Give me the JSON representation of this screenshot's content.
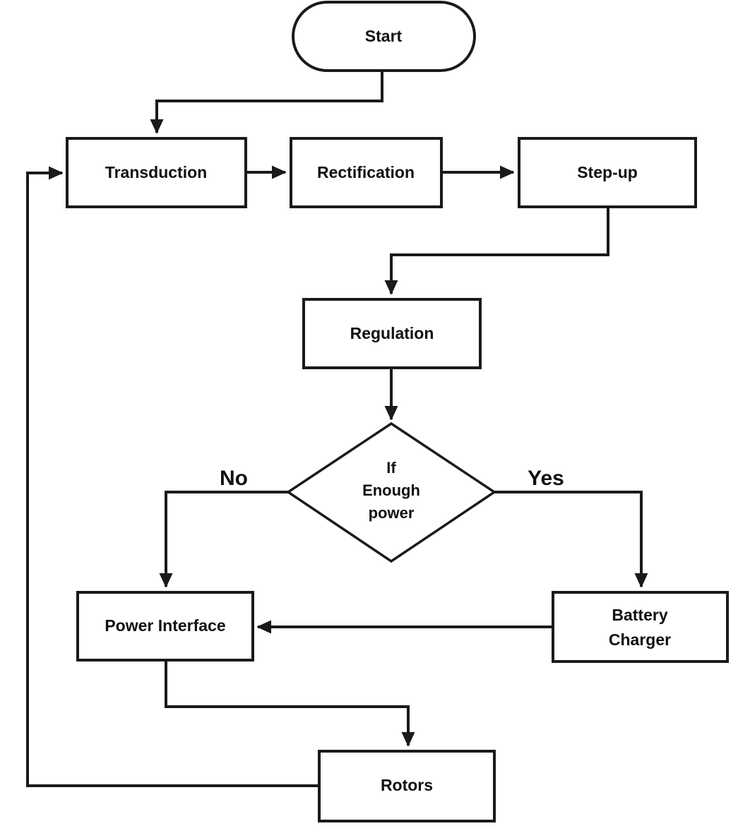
{
  "diagram": {
    "type": "flowchart",
    "orientation": "top-to-bottom",
    "background_color": "#ffffff",
    "line_color": "#1a1a1a",
    "text_color": "#111111",
    "nodes": [
      {
        "id": "start",
        "label": "Start",
        "shape": "stadium"
      },
      {
        "id": "transduction",
        "label": "Transduction",
        "shape": "rectangle"
      },
      {
        "id": "rectification",
        "label": "Rectification",
        "shape": "rectangle"
      },
      {
        "id": "stepup",
        "label": "Step-up",
        "shape": "rectangle"
      },
      {
        "id": "regulation",
        "label": "Regulation",
        "shape": "rectangle"
      },
      {
        "id": "decision",
        "label": "If Enough power",
        "shape": "diamond",
        "lines": [
          "If",
          "Enough",
          "power"
        ]
      },
      {
        "id": "power_interface",
        "label": "Power Interface",
        "shape": "rectangle"
      },
      {
        "id": "battery_charger",
        "label": "Battery Charger",
        "shape": "rectangle",
        "lines": [
          "Battery",
          "Charger"
        ]
      },
      {
        "id": "rotors",
        "label": "Rotors",
        "shape": "rectangle"
      }
    ],
    "edges": [
      {
        "from": "start",
        "to": "transduction",
        "label": ""
      },
      {
        "from": "transduction",
        "to": "rectification",
        "label": ""
      },
      {
        "from": "rectification",
        "to": "stepup",
        "label": ""
      },
      {
        "from": "stepup",
        "to": "regulation",
        "label": ""
      },
      {
        "from": "regulation",
        "to": "decision",
        "label": ""
      },
      {
        "from": "decision",
        "to": "power_interface",
        "label": "No"
      },
      {
        "from": "decision",
        "to": "battery_charger",
        "label": "Yes"
      },
      {
        "from": "battery_charger",
        "to": "power_interface",
        "label": ""
      },
      {
        "from": "power_interface",
        "to": "rotors",
        "label": ""
      },
      {
        "from": "rotors",
        "to": "transduction",
        "label": ""
      }
    ],
    "branch_labels": {
      "no": "No",
      "yes": "Yes"
    }
  }
}
